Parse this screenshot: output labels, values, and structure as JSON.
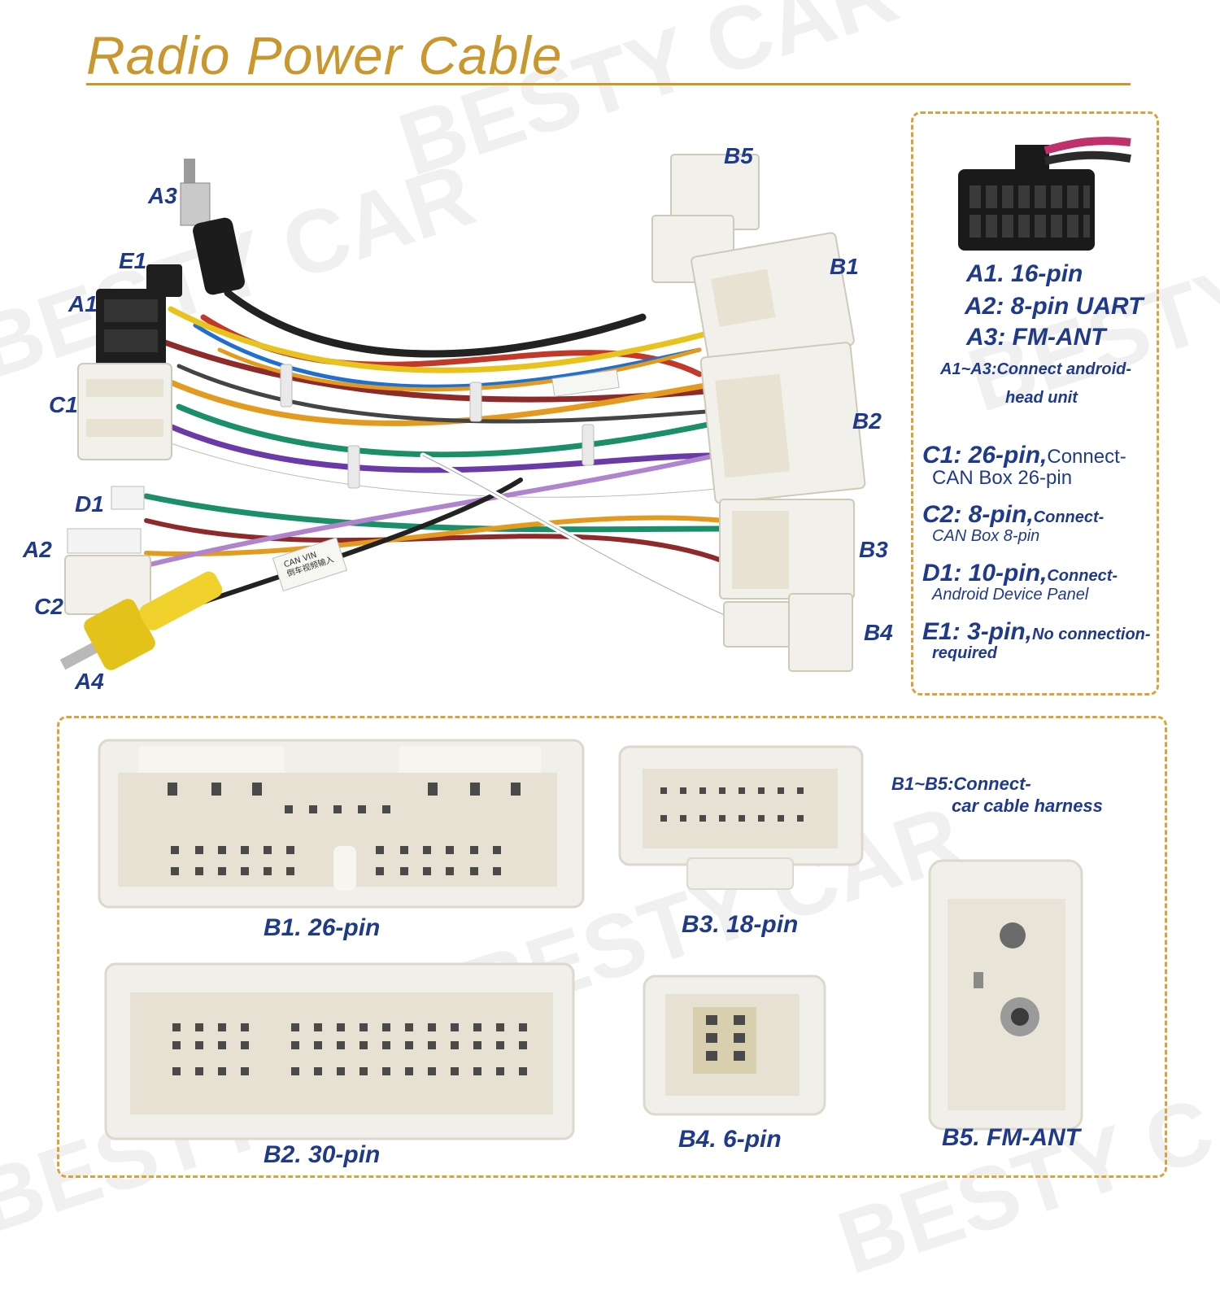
{
  "header": {
    "title": "Radio Power Cable"
  },
  "harness_labels": {
    "a3": "A3",
    "e1": "E1",
    "a1": "A1",
    "c1": "C1",
    "d1": "D1",
    "a2": "A2",
    "c2": "C2",
    "a4": "A4",
    "b5": "B5",
    "b1": "B1",
    "b2": "B2",
    "b3": "B3",
    "b4": "B4"
  },
  "spec_panel": {
    "a1": "A1. 16-pin",
    "a2": "A2: 8-pin UART",
    "a3": "A3: FM-ANT",
    "a_note_line1": "A1~A3:Connect android-",
    "a_note_line2": "head unit",
    "c1_head": "C1: 26-pin,",
    "c1_tail": "Connect-",
    "c1_line2": "CAN Box 26-pin",
    "c2_head": "C2: 8-pin,",
    "c2_tail": "Connect-",
    "c2_line2": "CAN Box 8-pin",
    "d1_head": "D1: 10-pin,",
    "d1_tail": "Connect-",
    "d1_line2": "Android Device Panel",
    "e1_head": "E1: 3-pin,",
    "e1_tail": "No connection-",
    "e1_line2": "required"
  },
  "connectors": {
    "b1": "B1. 26-pin",
    "b2": "B2. 30-pin",
    "b3": "B3. 18-pin",
    "b4": "B4. 6-pin",
    "b5": "B5. FM-ANT",
    "note_line1": "B1~B5:Connect-",
    "note_line2": "car cable harness"
  },
  "cable_tag": {
    "line1": "CAN VIN",
    "line2": "倒车视频输入"
  },
  "watermark": "BESTY CAR",
  "colors": {
    "accent": "#c9972e",
    "label": "#1f3a8a",
    "plastic": "#f2f0ea",
    "dash": "#d9a23a"
  }
}
